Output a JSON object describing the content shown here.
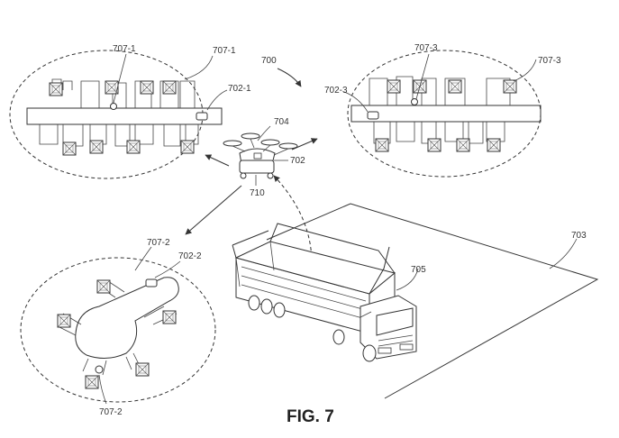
{
  "figure": {
    "caption": "FIG. 7",
    "labels": {
      "system": "700",
      "uav": "702",
      "uav_body": "704",
      "payload": "710",
      "delivery_area": "703",
      "truck": "705",
      "station_1": "707-1",
      "station_1_item": "707-1",
      "station_1_vehicle": "702-1",
      "station_2": "707-2",
      "station_2_item": "707-2",
      "station_2_vehicle": "702-2",
      "station_3": "707-3",
      "station_3_item": "707-3",
      "station_3_vehicle": "702-3"
    }
  }
}
